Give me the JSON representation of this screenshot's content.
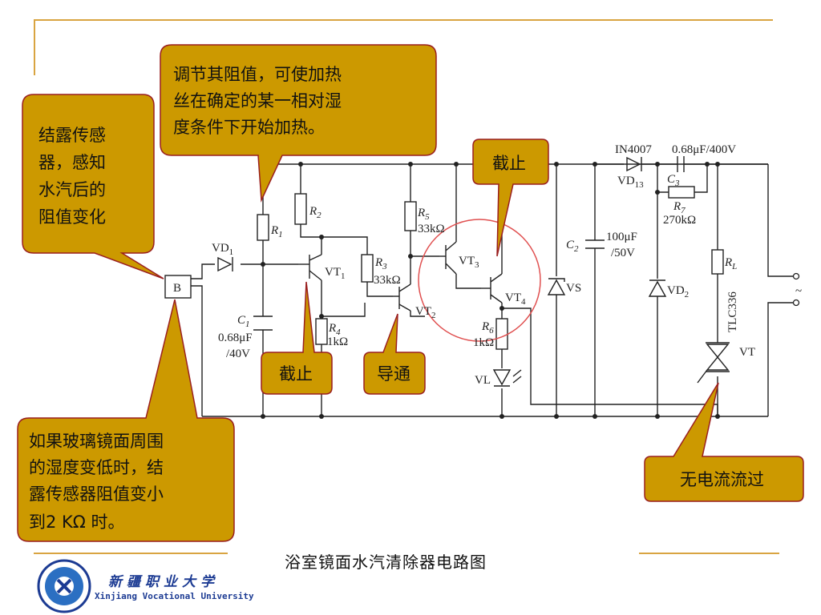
{
  "callouts": {
    "top": [
      "调节其阻值，可使加热",
      "丝在确定的某一相对湿",
      "度条件下开始加热。"
    ],
    "left": [
      "结露传感",
      "器，感知",
      "水汽后的",
      "阻值变化"
    ],
    "jiezhi_top": "截止",
    "jiezhi_bottom": "截止",
    "daotong": "导通",
    "bottom_left": [
      "如果玻璃镜面周围",
      "的湿度变低时，结",
      "露传感器阻值变小",
      "到2 KΩ 时。"
    ],
    "no_current": "无电流流过"
  },
  "circuit": {
    "sensor": "B",
    "vd1": "VD",
    "vd1_sub": "1",
    "r1": "R",
    "r1_sub": "1",
    "r2": "R",
    "r2_sub": "2",
    "r3": "R",
    "r3_sub": "3",
    "r3_val": "33kΩ",
    "r4": "R",
    "r4_sub": "4",
    "r4_val": "1kΩ",
    "r5": "R",
    "r5_sub": "5",
    "r5_val": "33kΩ",
    "r6": "R",
    "r6_sub": "6",
    "r6_val": "1kΩ",
    "c1": "C",
    "c1_sub": "1",
    "c1_val1": "0.68μF",
    "c1_val2": "/40V",
    "vt1": "VT",
    "vt1_sub": "1",
    "vt2": "VT",
    "vt2_sub": "2",
    "vt3": "VT",
    "vt3_sub": "3",
    "vt4": "VT",
    "vt4_sub": "4",
    "vl": "VL",
    "vs": "VS",
    "c2": "C",
    "c2_sub": "2",
    "c2_val1": "100μF",
    "c2_val2": "/50V",
    "in4007": "IN4007",
    "vd13": "VD",
    "vd13_sub": "13",
    "c3": "C",
    "c3_sub": "3",
    "c3_val": "0.68μF/400V",
    "r7": "R",
    "r7_sub": "7",
    "r7_val": "270kΩ",
    "vd2": "VD",
    "vd2_sub": "2",
    "rl": "R",
    "rl_sub": "L",
    "tlc": "TLC336",
    "vt": "VT",
    "ac": "~"
  },
  "caption": "浴室镜面水汽清除器电路图",
  "logo": {
    "cn": "新疆职业大学",
    "en": "Xinjiang Vocational University"
  },
  "colors": {
    "callout_fill": "#cc9900",
    "callout_stroke": "#9a1f1f",
    "frame_line": "#d9a441",
    "highlight_circle": "#e05050",
    "logo_blue": "#1c3b93"
  }
}
